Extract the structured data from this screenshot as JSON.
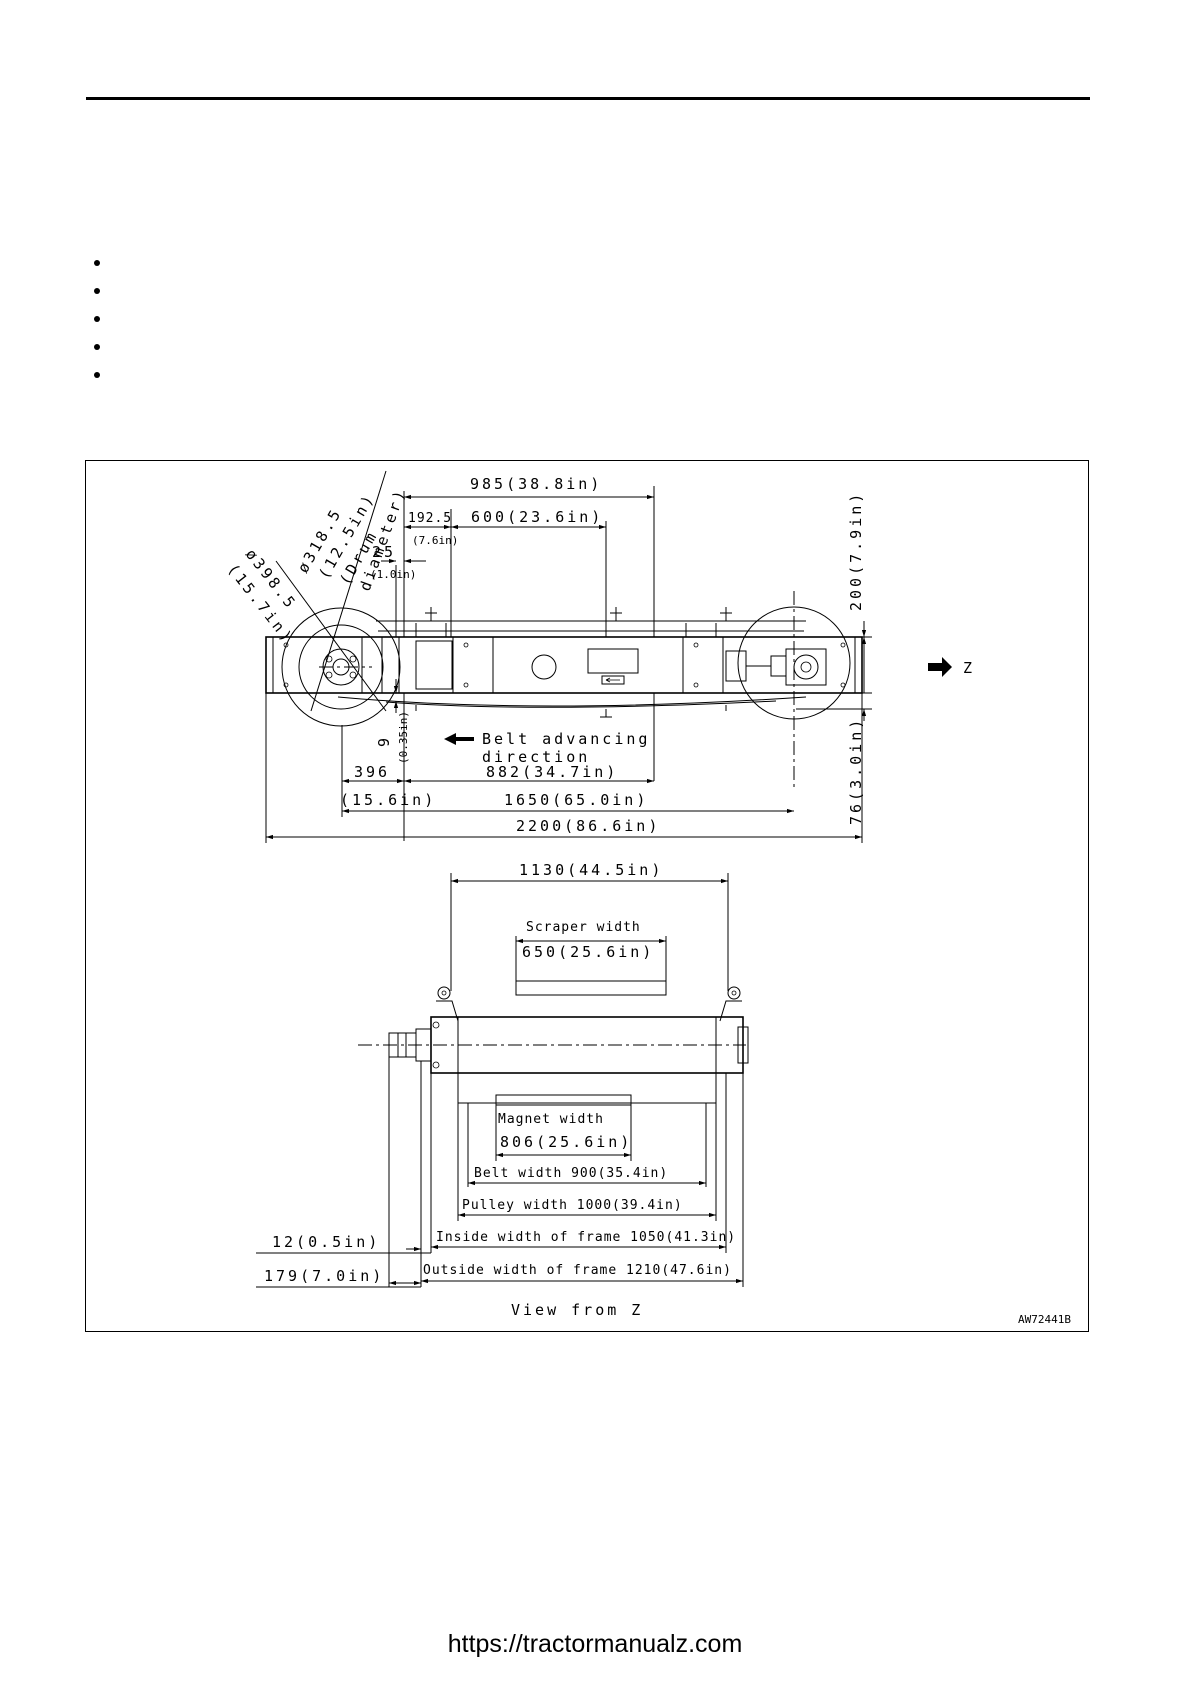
{
  "figure": {
    "dims": {
      "d_318": "ø318.5",
      "d_318_in": "(12.5in)",
      "drum_1": "(Drum",
      "drum_2": "diameter)",
      "d_398": "ø398.5",
      "d_398_in": "(15.7in)",
      "d_985": "985(38.8in)",
      "d_192": "192.5",
      "d_192_in": "(7.6in)",
      "d_600": "600(23.6in)",
      "d_25": "25",
      "d_25_in": "(1.0in)",
      "d_200": "200(7.9in)",
      "d_76": "76(3.0in)",
      "d_9": "9",
      "d_9_in": "(0.35in)",
      "belt_dir_1": "Belt advancing",
      "belt_dir_2": "direction",
      "d_882": "882(34.7in)",
      "d_396": "396",
      "d_396_in": "(15.6in)",
      "d_1650": "1650(65.0in)",
      "d_2200": "2200(86.6in)",
      "z_label": "Z",
      "d_1130": "1130(44.5in)",
      "scraper_label": "Scraper width",
      "d_650": "650(25.6in)",
      "magnet_label": "Magnet width",
      "d_806": "806(25.6in)",
      "belt_width": "Belt width 900(35.4in)",
      "pulley_width": "Pulley width 1000(39.4in)",
      "inside_frame": "Inside width of frame 1050(41.3in)",
      "outside_frame": "Outside width of frame 1210(47.6in)",
      "d_12": "12(0.5in)",
      "d_179": "179(7.0in)",
      "view_label": "View from Z",
      "figure_code": "AW72441B"
    }
  },
  "footer": {
    "url": "https://tractormanualz.com"
  }
}
